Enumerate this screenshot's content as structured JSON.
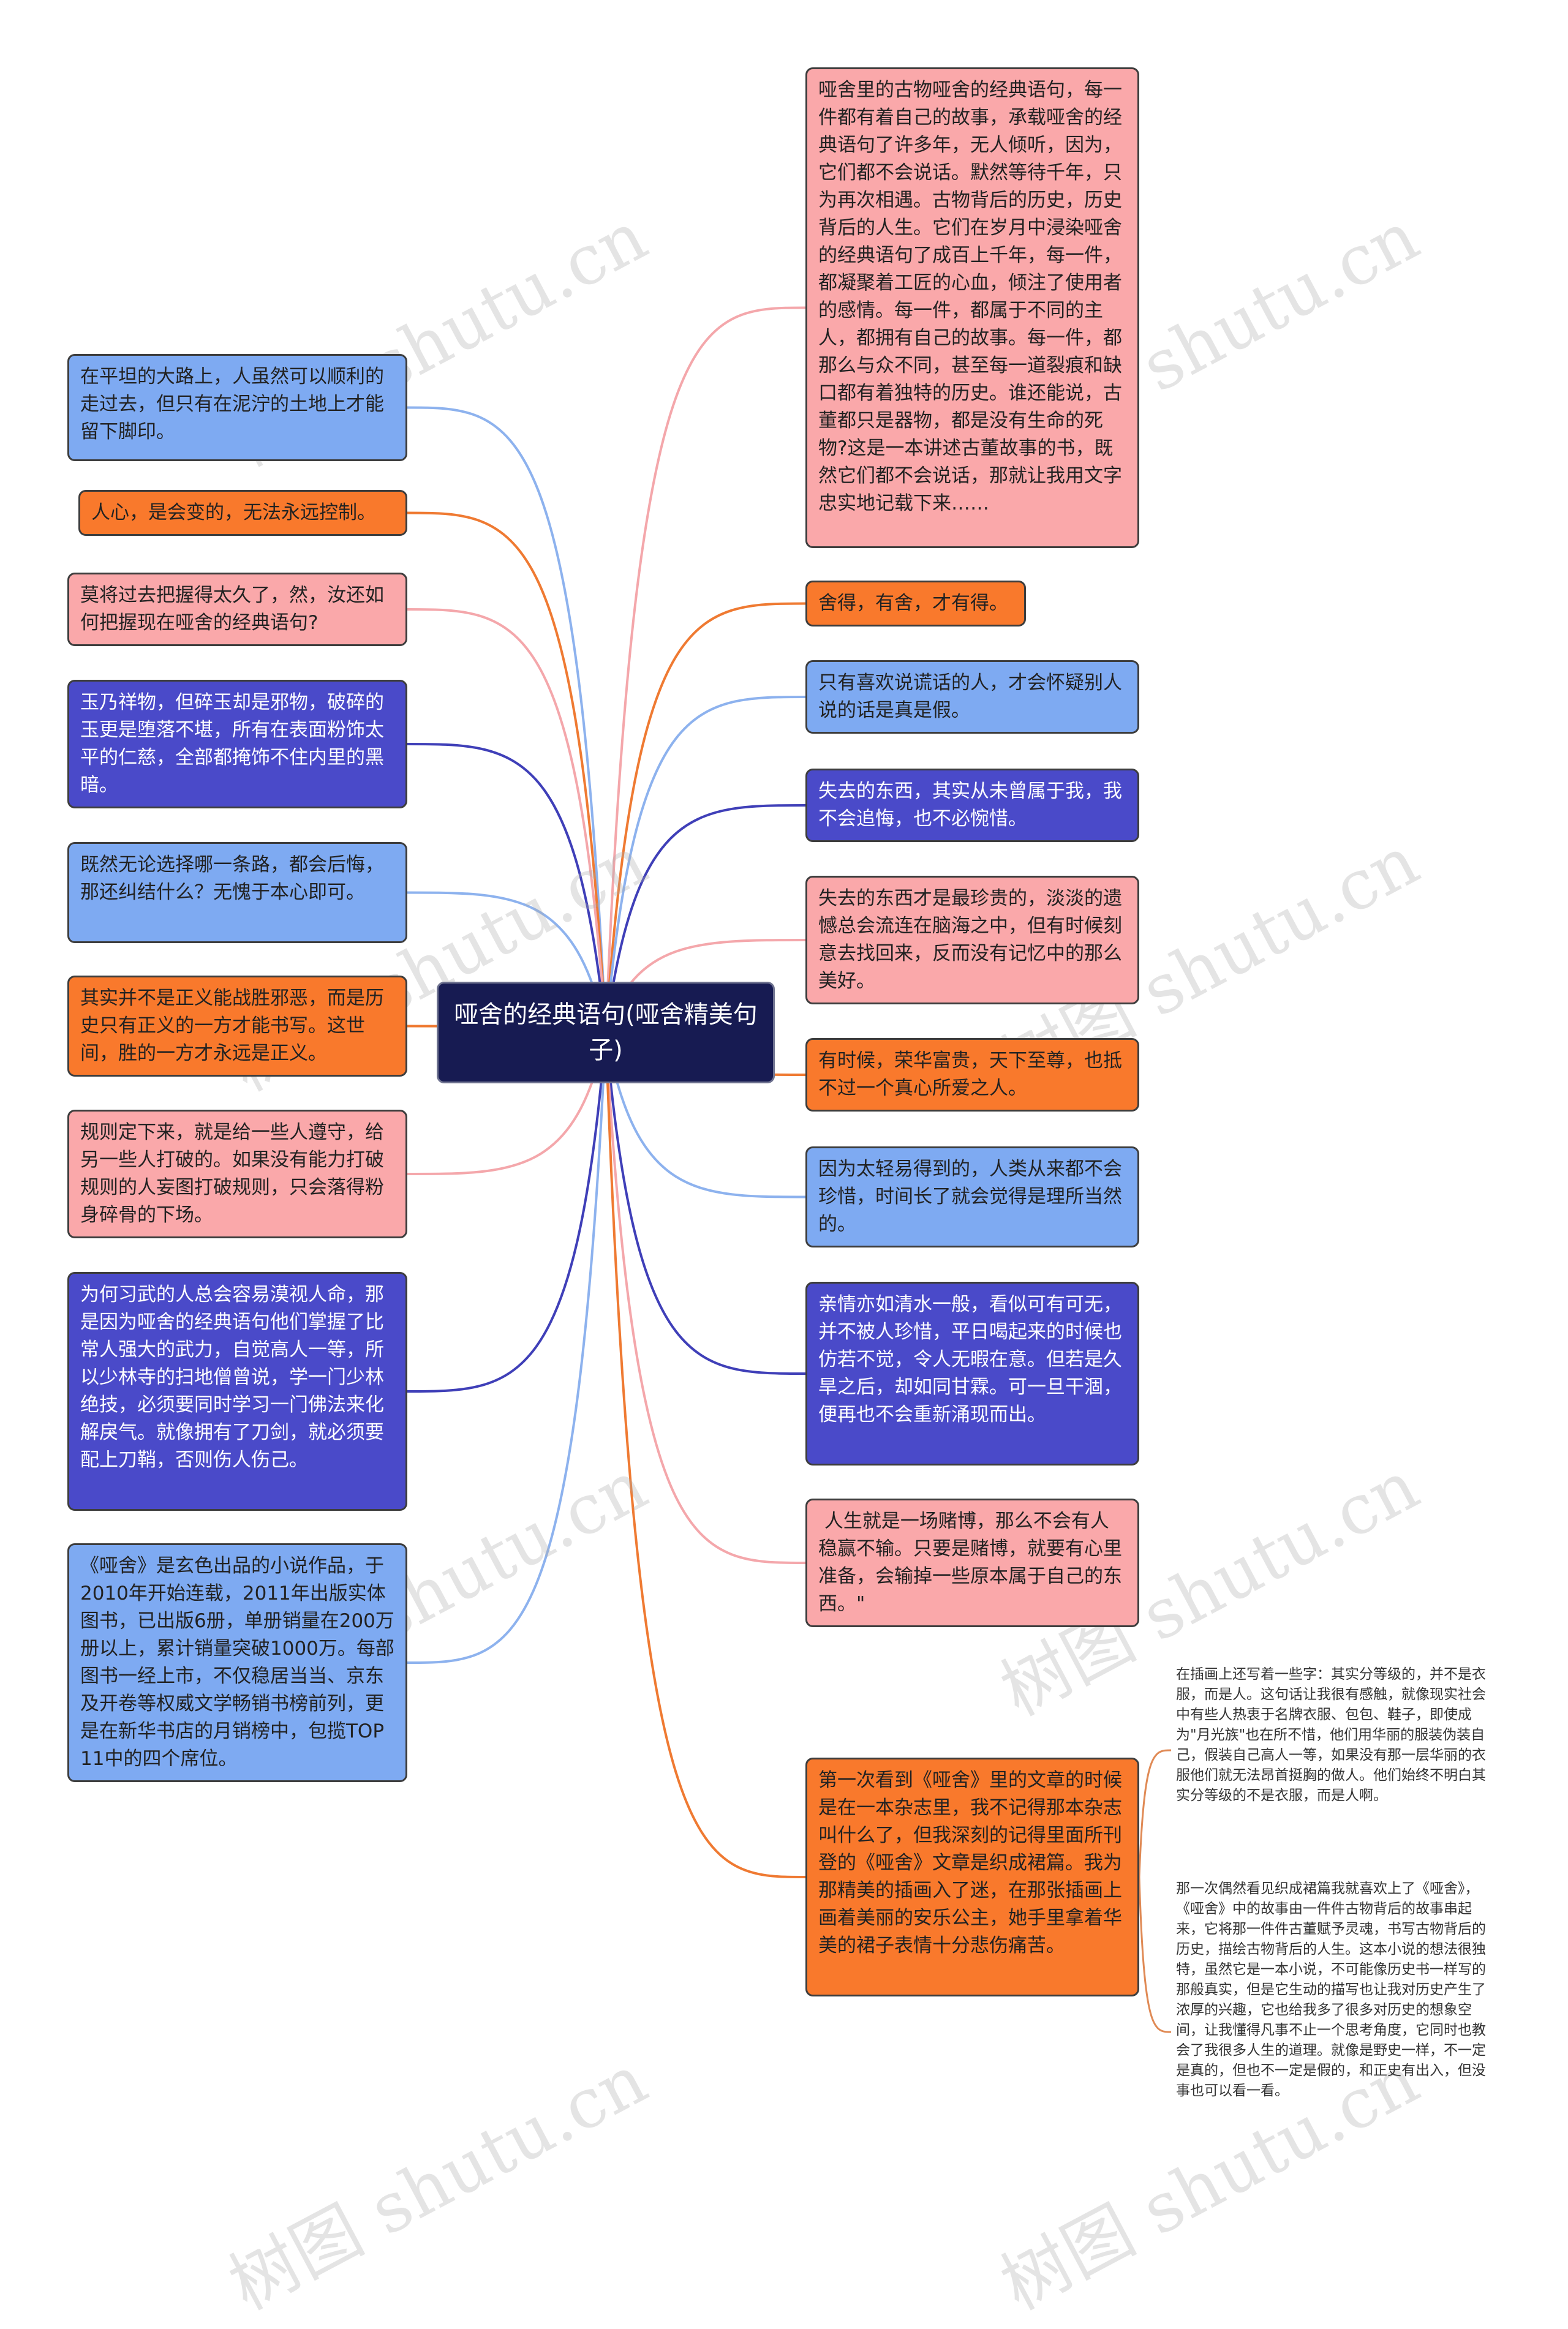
{
  "root": {
    "title": "哑舍的经典语句(哑舍精美句子)"
  },
  "left_nodes": [
    {
      "text": "在平坦的大路上，人虽然可以顺利的走过去，但只有在泥泞的土地上才能留下脚印。",
      "color": "blue"
    },
    {
      "text": "人心，是会变的，无法永远控制。",
      "color": "orange"
    },
    {
      "text": "莫将过去把握得太久了，然，汝还如何把握现在哑舍的经典语句?",
      "color": "pink"
    },
    {
      "text": "玉乃祥物，但碎玉却是邪物，破碎的玉更是堕落不堪，所有在表面粉饰太平的仁慈，全部都掩饰不住内里的黑暗。",
      "color": "indigo"
    },
    {
      "text": "既然无论选择哪一条路，都会后悔，那还纠结什么？无愧于本心即可。",
      "color": "blue"
    },
    {
      "text": "其实并不是正义能战胜邪恶，而是历史只有正义的一方才能书写。这世间，胜的一方才永远是正义。",
      "color": "orange"
    },
    {
      "text": "规则定下来，就是给一些人遵守，给另一些人打破的。如果没有能力打破规则的人妄图打破规则，只会落得粉身碎骨的下场。",
      "color": "pink"
    },
    {
      "text": "为何习武的人总会容易漠视人命，那是因为哑舍的经典语句他们掌握了比常人强大的武力，自觉高人一等，所以少林寺的扫地僧曾说，学一门少林绝技，必须要同时学习一门佛法来化解戾气。就像拥有了刀剑，就必须要配上刀鞘，否则伤人伤己。",
      "color": "indigo"
    },
    {
      "text": "《哑舍》是玄色出品的小说作品，于2010年开始连载，2011年出版实体图书，已出版6册，单册销量在200万册以上，累计销量突破1000万。每部图书一经上市，不仅稳居当当、京东及开卷等权威文学畅销书榜前列，更是在新华书店的月销榜中，包揽TOP11中的四个席位。",
      "color": "blue"
    }
  ],
  "right_nodes": [
    {
      "text": "哑舍里的古物哑舍的经典语句，每一件都有着自己的故事，承载哑舍的经典语句了许多年，无人倾听，因为，它们都不会说话。默然等待千年，只为再次相遇。古物背后的历史，历史背后的人生。它们在岁月中浸染哑舍的经典语句了成百上千年，每一件，都凝聚着工匠的心血，倾注了使用者的感情。每一件，都属于不同的主人，都拥有自己的故事。每一件，都那么与众不同，甚至每一道裂痕和缺口都有着独特的历史。谁还能说，古董都只是器物，都是没有生命的死物?这是一本讲述古董故事的书，既然它们都不会说话，那就让我用文字忠实地记载下来……",
      "color": "pink"
    },
    {
      "text": "舍得，有舍，才有得。",
      "color": "orange"
    },
    {
      "text": "只有喜欢说谎话的人，才会怀疑别人说的话是真是假。",
      "color": "blue"
    },
    {
      "text": "失去的东西，其实从未曾属于我，我不会追悔，也不必惋惜。",
      "color": "indigo"
    },
    {
      "text": "失去的东西才是最珍贵的，淡淡的遗憾总会流连在脑海之中，但有时候刻意去找回来，反而没有记忆中的那么美好。",
      "color": "pink"
    },
    {
      "text": "有时候，荣华富贵，天下至尊，也抵不过一个真心所爱之人。",
      "color": "orange"
    },
    {
      "text": "因为太轻易得到的，人类从来都不会珍惜，时间长了就会觉得是理所当然的。",
      "color": "blue"
    },
    {
      "text": "亲情亦如清水一般，看似可有可无，并不被人珍惜，平日喝起来的时候也仿若不觉，令人无暇在意。但若是久旱之后，却如同甘霖。可一旦干涸，便再也不会重新涌现而出。",
      "color": "indigo"
    },
    {
      "text": " 人生就是一场赌博，那么不会有人稳赢不输。只要是赌博，就要有心里准备，会输掉一些原本属于自己的东西。\"",
      "color": "pink"
    },
    {
      "text": "第一次看到《哑舍》里的文章的时候是在一本杂志里，我不记得那本杂志叫什么了，但我深刻的记得里面所刊登的《哑舍》文章是织成裙篇。我为那精美的插画入了迷，在那张插画上画着美丽的安乐公主，她手里拿着华美的裙子表情十分悲伤痛苦。",
      "color": "orange"
    }
  ],
  "sub_notes": [
    {
      "text": "在插画上还写着一些字：其实分等级的，并不是衣服，而是人。这句话让我很有感触，就像现实社会中有些人热衷于名牌衣服、包包、鞋子，即使成为\"月光族\"也在所不惜，他们用华丽的服装伪装自己，假装自己高人一等，如果没有那一层华丽的衣服他们就无法昂首挺胸的做人。他们始终不明白其实分等级的不是衣服，而是人啊。"
    },
    {
      "text": "那一次偶然看见织成裙篇我就喜欢上了《哑舍》，《哑舍》中的故事由一件件古物背后的故事串起来，它将那一件件古董赋予灵魂，书写古物背后的历史，描绘古物背后的人生。这本小说的想法很独特，虽然它是一本小说，不可能像历史书一样写的那般真实，但是它生动的描写也让我对历史产生了浓厚的兴趣，它也给我多了很多对历史的想象空间，让我懂得凡事不止一个思考角度，它同时也教会了我很多人生的道理。就像是野史一样，不一定是真的，但也不一定是假的，和正史有出入，但没事也可以看一看。"
    }
  ],
  "watermark": "树图 shutu.cn",
  "colors": {
    "pink": "#faa8aa",
    "orange": "#f9792c",
    "blue": "#7eaaf2",
    "indigo": "#4a4ac9",
    "root": "#171b52",
    "line_pink": "#f4a7ab",
    "line_orange": "#ef7a32",
    "line_blue": "#8db2ee",
    "line_indigo": "#3f3fb8",
    "note_line": "#e08a55"
  }
}
